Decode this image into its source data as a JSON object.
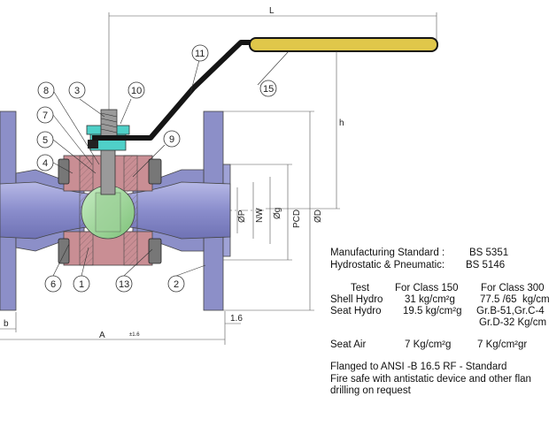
{
  "drawing": {
    "dimensions": {
      "overall_length": "L",
      "handle_height": "h",
      "face_to_face": "A",
      "tolerance": "±1.6",
      "bore": "b",
      "raised_face": "1.6",
      "port": "ØP",
      "nominal": "NW",
      "raised_face_dia": "Øg",
      "pcd": "PCD",
      "flange_dia": "ØD"
    },
    "callouts": [
      "1",
      "2",
      "3",
      "4",
      "5",
      "6",
      "7",
      "8",
      "9",
      "10",
      "11",
      "13",
      "15"
    ],
    "colors": {
      "body": "#8c8fc8",
      "bonnet": "#c98e94",
      "ball": "#9ed29a",
      "gland": "#4fd0c8",
      "handle_grip": "#e0c74a",
      "handle": "#151515",
      "dimension_line": "#555555"
    }
  },
  "specs": {
    "manufacturing_label": "Manufacturing Standard :",
    "manufacturing_value": "BS 5351",
    "hydro_label": "Hydrostatic & Pneumatic:",
    "hydro_value": "BS 5146",
    "table_header": [
      "Test",
      "For Class 150",
      "For Class 300"
    ],
    "shell_hydro": [
      "Shell Hydro",
      "31 kg/cm²g",
      "77.5 /65  kg/cm"
    ],
    "seat_hydro": [
      "Seat Hydro",
      "19.5 kg/cm²g",
      "Gr.B-51,Gr.C-4"
    ],
    "seat_hydro_extra": "Gr.D-32 Kg/cm",
    "seat_air": [
      "Seat Air",
      "7 Kg/cm²g",
      "7 Kg/cm²gr"
    ],
    "flanged": "Flanged to ANSI -B 16.5 RF - Standard",
    "fire_safe": "Fire safe with antistatic device and other flan",
    "drilling": "drilling on request"
  }
}
